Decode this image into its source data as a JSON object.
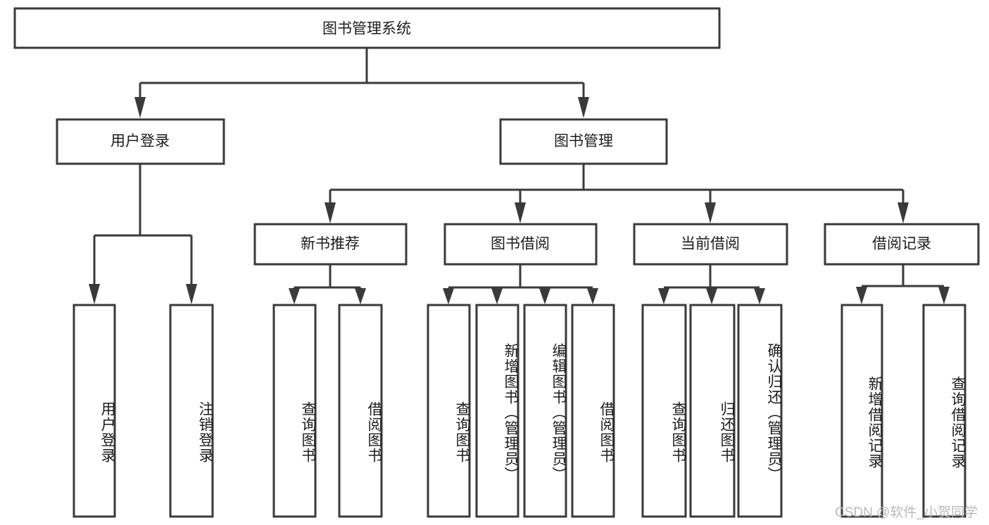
{
  "diagram": {
    "type": "tree",
    "title": "图书管理系统",
    "watermark": "CSDN @软件_小贺同学",
    "colors": {
      "background": "#ffffff",
      "box_fill": "#ffffff",
      "line": "#3a3a3a",
      "text": "#1c1c1c",
      "watermark": "#b9b9b9"
    },
    "levels": {
      "root": {
        "label": "图书管理系统",
        "orientation": "horizontal"
      },
      "level2": [
        {
          "label": "用户登录",
          "orientation": "horizontal"
        },
        {
          "label": "图书管理",
          "orientation": "horizontal"
        }
      ],
      "level3": [
        {
          "label": "新书推荐",
          "orientation": "horizontal",
          "parent": "图书管理"
        },
        {
          "label": "图书借阅",
          "orientation": "horizontal",
          "parent": "图书管理"
        },
        {
          "label": "当前借阅",
          "orientation": "horizontal",
          "parent": "图书管理"
        },
        {
          "label": "借阅记录",
          "orientation": "horizontal",
          "parent": "图书管理"
        }
      ],
      "leaves": [
        {
          "label": "用户登录",
          "orientation": "vertical",
          "parent": "用户登录"
        },
        {
          "label": "注销登录",
          "orientation": "vertical",
          "parent": "用户登录"
        },
        {
          "label": "查询图书",
          "orientation": "vertical",
          "parent": "新书推荐"
        },
        {
          "label": "借阅图书",
          "orientation": "vertical",
          "parent": "新书推荐"
        },
        {
          "label": "查询图书",
          "orientation": "vertical",
          "parent": "图书借阅"
        },
        {
          "label": "新增图书（管理员）",
          "orientation": "vertical",
          "parent": "图书借阅"
        },
        {
          "label": "编辑图书（管理员）",
          "orientation": "vertical",
          "parent": "图书借阅"
        },
        {
          "label": "借阅图书",
          "orientation": "vertical",
          "parent": "图书借阅"
        },
        {
          "label": "查询图书",
          "orientation": "vertical",
          "parent": "当前借阅"
        },
        {
          "label": "归还图书",
          "orientation": "vertical",
          "parent": "当前借阅"
        },
        {
          "label": "确认归还（管理员）",
          "orientation": "vertical",
          "parent": "当前借阅"
        },
        {
          "label": "新增借阅记录",
          "orientation": "vertical",
          "parent": "借阅记录"
        },
        {
          "label": "查询借阅记录",
          "orientation": "vertical",
          "parent": "借阅记录"
        }
      ]
    }
  }
}
